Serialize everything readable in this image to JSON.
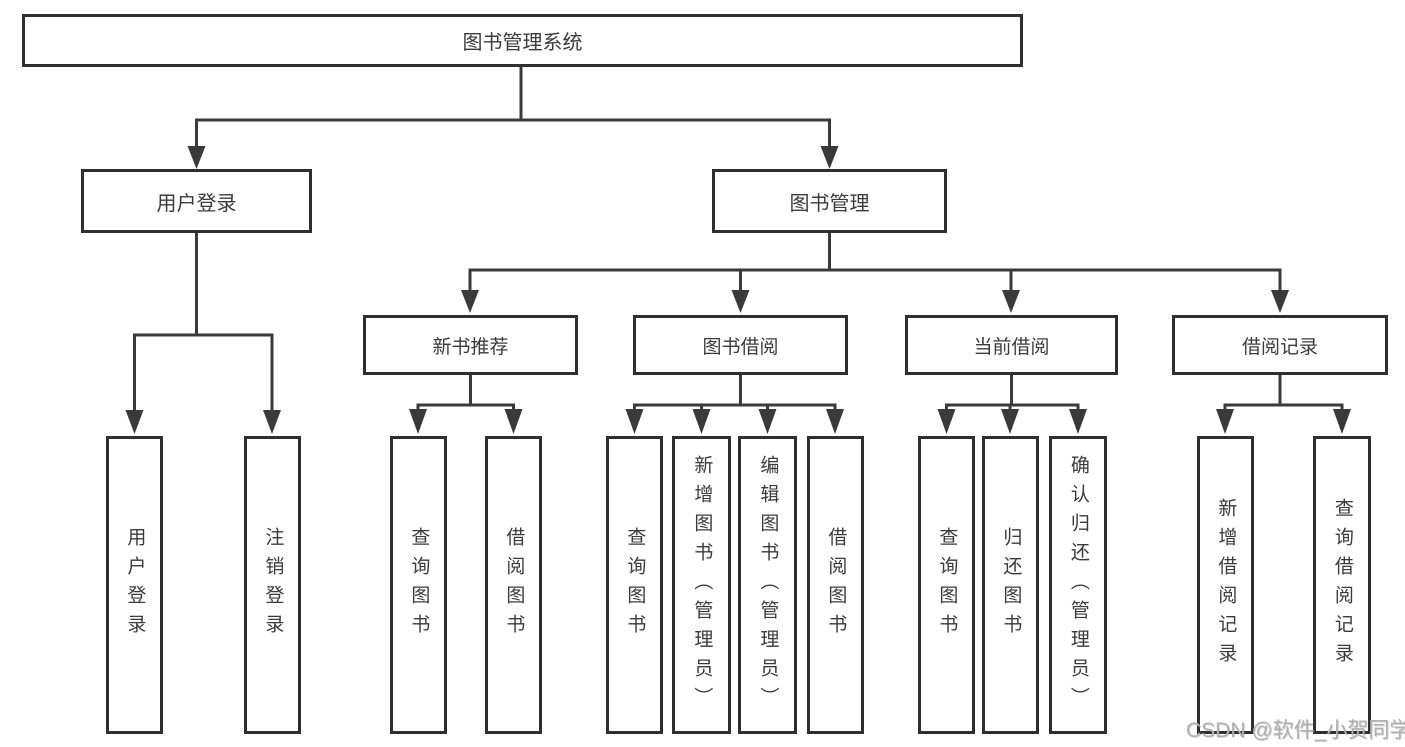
{
  "diagram": {
    "root": {
      "label": "图书管理系统"
    },
    "level2": {
      "user_login": "用户登录",
      "book_mgmt": "图书管理"
    },
    "level3": {
      "new_books": "新书推荐",
      "book_borrow": "图书借阅",
      "current_borrow": "当前借阅",
      "borrow_records": "借阅记录"
    },
    "leaves": {
      "user_login": [
        "用户登录",
        "注销登录"
      ],
      "new_books": [
        "查询图书",
        "借阅图书"
      ],
      "book_borrow": [
        "查询图书",
        "新增图书（管理员）",
        "编辑图书（管理员）",
        "借阅图书"
      ],
      "current_borrow": [
        "查询图书",
        "归还图书",
        "确认归还（管理员）"
      ],
      "borrow_records": [
        "新增借阅记录",
        "查询借阅记录"
      ]
    }
  },
  "watermark": "CSDN @软件_小贺同学",
  "colors": {
    "line": "#3a3a3a",
    "border": "#2f2f2f",
    "text": "#3b3b3b",
    "background": "#ffffff",
    "watermark": "#b0b0b0"
  }
}
